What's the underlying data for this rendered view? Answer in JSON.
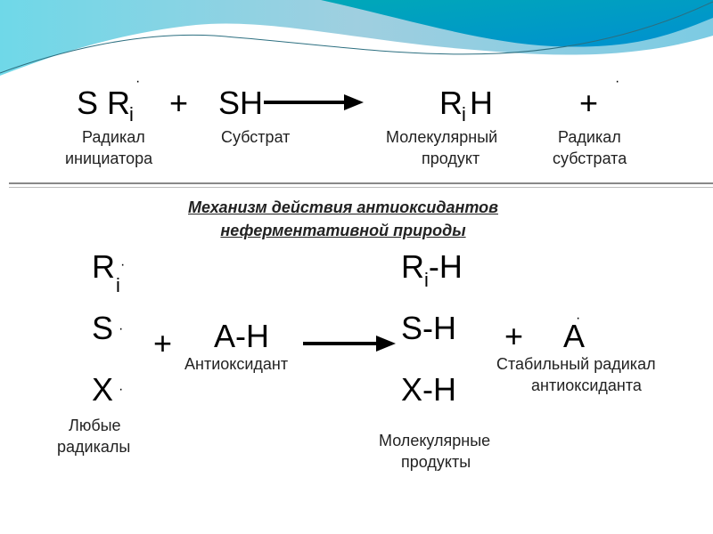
{
  "reaction1": {
    "reactant1": "R",
    "reactant1_sub": "i",
    "reactant1_extra": "S",
    "dot": "·",
    "plus": "+",
    "reactant2": "SH",
    "product1": "R",
    "product1_sub": "i",
    "product1_h": "H",
    "plus2": "+",
    "labels": {
      "initiator_line1": "Радикал",
      "initiator_line2": "инициатора",
      "substrate": "Субстрат",
      "product_line1": "Молекулярный",
      "product_line2": "продукт",
      "substrate_radical_line1": "Радикал",
      "substrate_radical_line2": "субстрата"
    }
  },
  "section_title": {
    "line1": "Механизм действия антиоксидантов",
    "line2": "неферментативной природы"
  },
  "reaction2": {
    "r": "R",
    "r_sub": "i",
    "s": "S",
    "x": "X",
    "dot": "·",
    "plus": "+",
    "antioxidant": "A-H",
    "p1": "R",
    "p1_sub": "i",
    "p1_tail": "-H",
    "p2": "S-H",
    "p3": "X-H",
    "plus2": "+",
    "a": "A",
    "labels": {
      "antioxidant": "Антиоксидант",
      "stable_line1": "Стабильный радикал",
      "stable_line2": "антиоксиданта",
      "any_line1": "Любые",
      "any_line2": "радикалы",
      "products_line1": "Молекулярные",
      "products_line2": "продукты"
    }
  }
}
